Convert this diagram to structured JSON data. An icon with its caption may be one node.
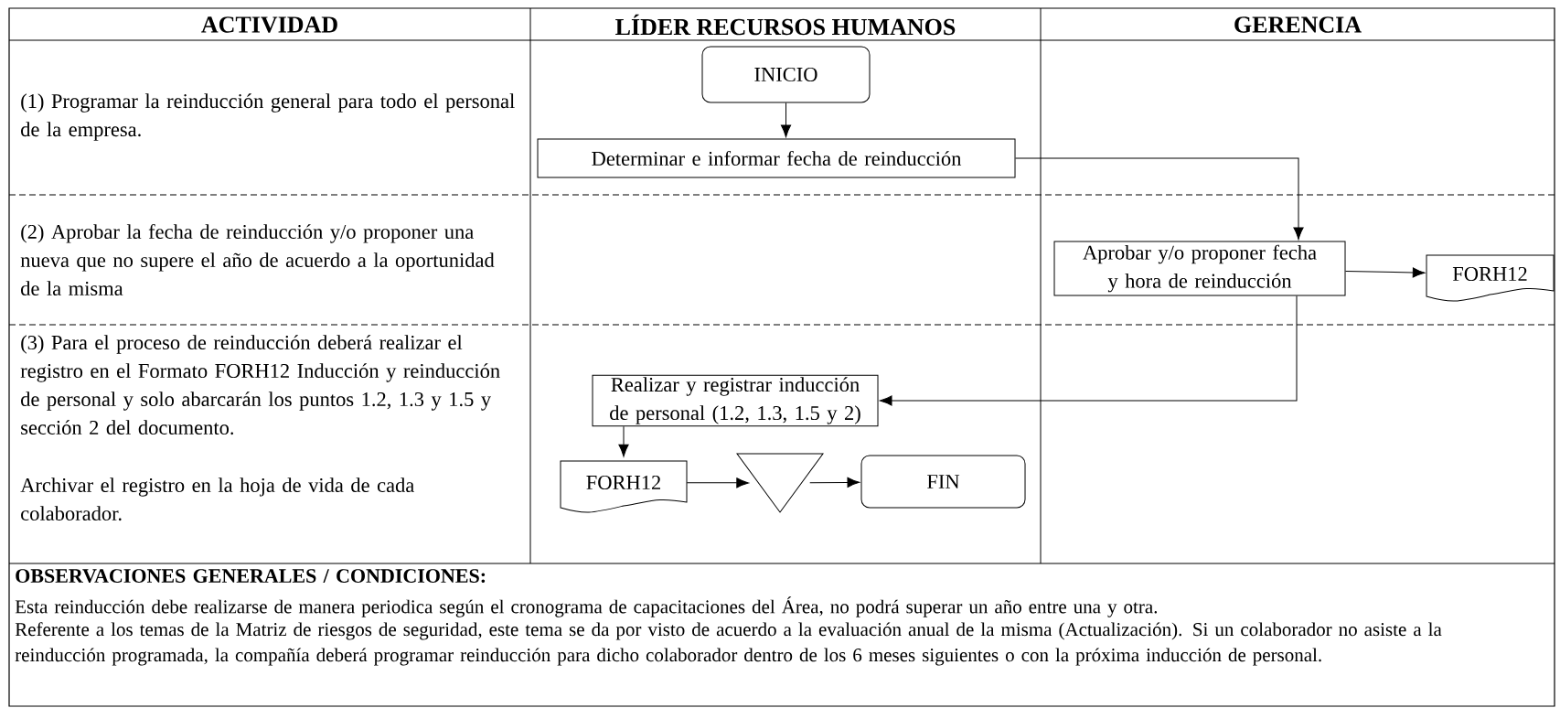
{
  "diagram": {
    "nodes": [
      {
        "text": [
          "INICIO"
        ]
      },
      {
        "text": [
          "Determinar e informar fecha de reinducción"
        ]
      },
      {
        "text": [
          "Aprobar y/o proponer fecha y hora de reinducción"
        ]
      },
      {
        "text": [
          "FORH12"
        ]
      },
      {
        "text": [
          "Realizar y registrar inducción de personal (1.2, 1.3, 1.5 y 2)"
        ]
      },
      {
        "text": [
          "FORH12"
        ]
      },
      {
        "text": [],
        "shape": "triangle"
      },
      {
        "text": [
          "FIN"
        ]
      }
    ],
    "edges": [
      {
        "from": 0,
        "to": 1,
        "arrow": "to"
      },
      {
        "from": 1,
        "to": 2,
        "arrow": "to"
      },
      {
        "from": 2,
        "to": 3,
        "arrow": "to"
      },
      {
        "from": 2,
        "to": 4,
        "arrow": "to"
      },
      {
        "from": 4,
        "to": 5,
        "arrow": "to"
      },
      {
        "from": 5,
        "to": 6,
        "arrow": "to"
      },
      {
        "from": 6,
        "to": 7,
        "arrow": "to"
      }
    ],
    "labels": [
      "ACTIVIDAD",
      "LÍDER RECURSOS HUMANOS",
      "GERENCIA",
      "(1) Programar la reinducción general para todo el personal de la empresa.",
      "(2) Aprobar la fecha de reinducción y/o proponer una nueva que no supere el año de acuerdo a la oportunidad de la misma",
      "(3) Para el proceso de reinducción deberá realizar el registro en el Formato FORH12 Inducción y reinducción de personal y solo abarcarán los puntos 1.2, 1.3 y 1.5 y sección 2 del documento.",
      "Archivar el registro en la hoja de vida de cada colaborador.",
      "OBSERVACIONES GENERALES / CONDICIONES:",
      "Esta reinducción debe realizarse de manera periodica según el cronograma de capacitaciones del Área, no podrá superar un año entre una y otra.",
      "Referente a los temas de la Matriz de riesgos de seguridad, este tema se da por visto de acuerdo a la evaluación anual de la misma (Actualización). Si un colaborador no asiste a la reinducción programada, la compañía deberá programar reinducción para dicho colaborador dentro de los 6 meses siguientes o con la próxima inducción de personal."
    ]
  }
}
